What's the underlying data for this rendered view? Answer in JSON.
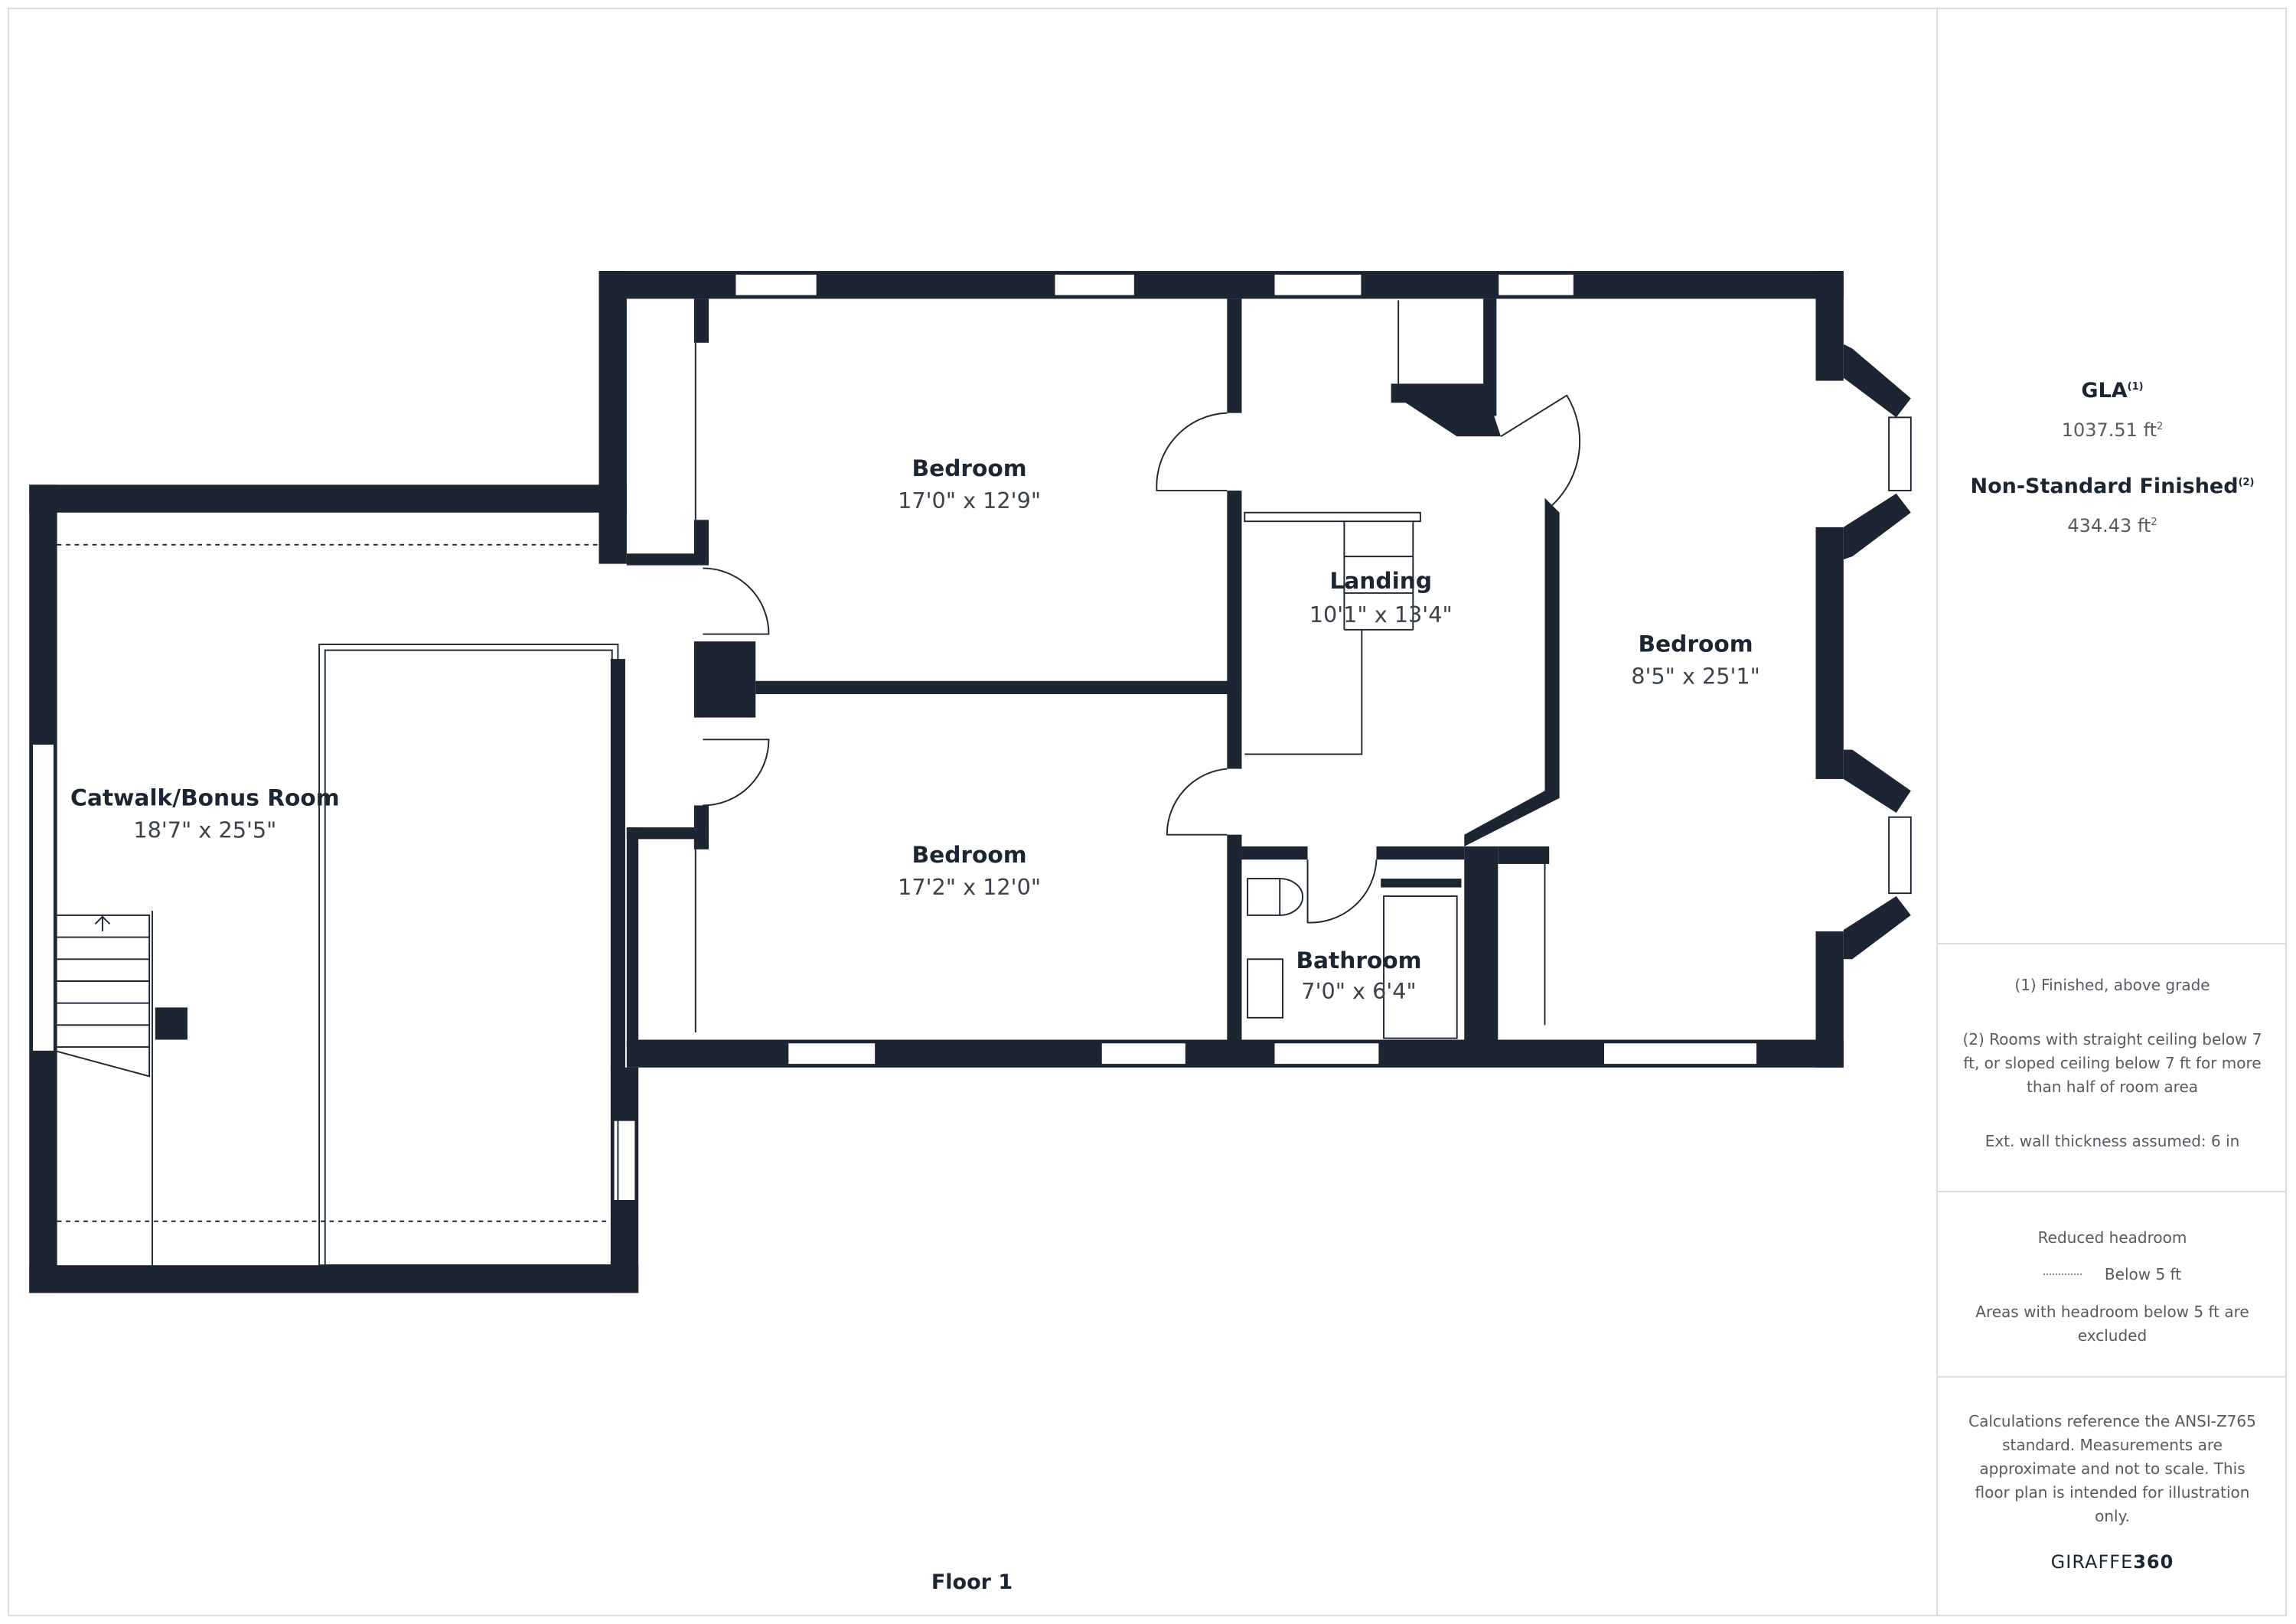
{
  "floor_label": "Floor 1",
  "colors": {
    "wall": "#1c2532",
    "text": "#1c2532",
    "muted": "#555b62",
    "divider": "#dcdcdc"
  },
  "rooms": [
    {
      "name": "Bedroom",
      "dims": "17'0\" x 12'9\""
    },
    {
      "name": "Bedroom",
      "dims": "17'2\" x 12'0\""
    },
    {
      "name": "Landing",
      "dims": "10'1\" x 13'4\""
    },
    {
      "name": "Bedroom",
      "dims": "8'5\" x 25'1\""
    },
    {
      "name": "Catwalk/Bonus Room",
      "dims": "18'7\" x 25'5\""
    },
    {
      "name": "Bathroom",
      "dims": "7'0\" x 6'4\""
    }
  ],
  "summary": {
    "gla_label": "GLA",
    "gla_sup": "(1)",
    "gla_value": "1037.51 ft",
    "nsf_label": "Non-Standard Finished",
    "nsf_sup": "(2)",
    "nsf_value": "434.43 ft",
    "unit_sup": "2"
  },
  "notes": {
    "note1": "(1) Finished, above grade",
    "note2": "(2) Rooms with straight ceiling below 7 ft, or sloped ceiling below 7 ft for more than half of room area",
    "note3": "Ext. wall thickness assumed: 6 in"
  },
  "headroom": {
    "title": "Reduced headroom",
    "legend": "Below 5 ft",
    "note": "Areas with headroom below 5 ft are excluded"
  },
  "disclaimer": "Calculations reference the ANSI-Z765 standard. Measurements are approximate and not to scale. This floor plan is intended for illustration only.",
  "brand": {
    "part1": "GIRAFFE",
    "part2": "360"
  }
}
